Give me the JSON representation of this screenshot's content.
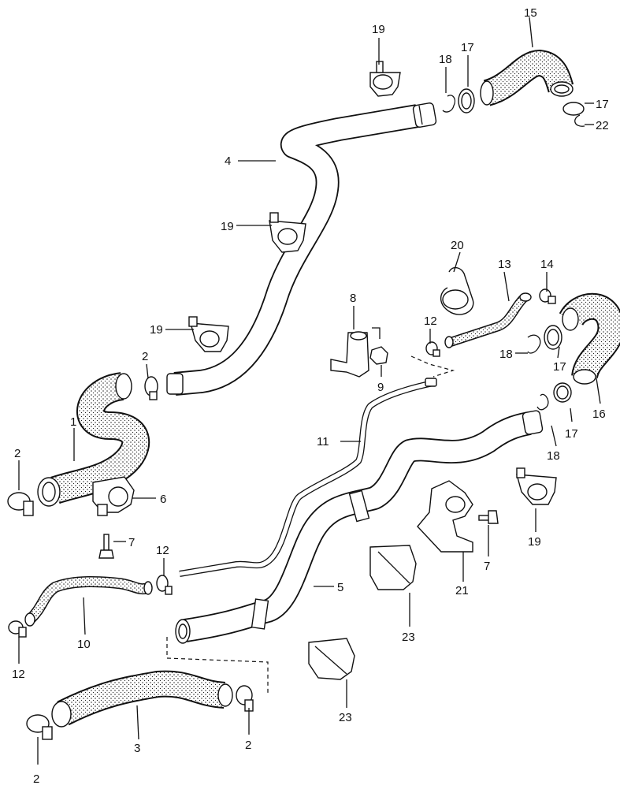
{
  "callouts": [
    {
      "id": "lbl-15",
      "text": "15"
    },
    {
      "id": "lbl-19a",
      "text": "19"
    },
    {
      "id": "lbl-18a",
      "text": "18"
    },
    {
      "id": "lbl-17a",
      "text": "17"
    },
    {
      "id": "lbl-17b",
      "text": "17"
    },
    {
      "id": "lbl-22",
      "text": "22"
    },
    {
      "id": "lbl-4",
      "text": "4"
    },
    {
      "id": "lbl-19b",
      "text": "19"
    },
    {
      "id": "lbl-20",
      "text": "20"
    },
    {
      "id": "lbl-13",
      "text": "13"
    },
    {
      "id": "lbl-14",
      "text": "14"
    },
    {
      "id": "lbl-8",
      "text": "8"
    },
    {
      "id": "lbl-19c",
      "text": "19"
    },
    {
      "id": "lbl-12a",
      "text": "12"
    },
    {
      "id": "lbl-18b",
      "text": "18"
    },
    {
      "id": "lbl-17c",
      "text": "17"
    },
    {
      "id": "lbl-2a",
      "text": "2"
    },
    {
      "id": "lbl-9",
      "text": "9"
    },
    {
      "id": "lbl-16",
      "text": "16"
    },
    {
      "id": "lbl-17d",
      "text": "17"
    },
    {
      "id": "lbl-1",
      "text": "1"
    },
    {
      "id": "lbl-11",
      "text": "11"
    },
    {
      "id": "lbl-18c",
      "text": "18"
    },
    {
      "id": "lbl-2b",
      "text": "2"
    },
    {
      "id": "lbl-6",
      "text": "6"
    },
    {
      "id": "lbl-7a",
      "text": "7"
    },
    {
      "id": "lbl-7b",
      "text": "7"
    },
    {
      "id": "lbl-19d",
      "text": "19"
    },
    {
      "id": "lbl-12b",
      "text": "12"
    },
    {
      "id": "lbl-21",
      "text": "21"
    },
    {
      "id": "lbl-5",
      "text": "5"
    },
    {
      "id": "lbl-23a",
      "text": "23"
    },
    {
      "id": "lbl-10",
      "text": "10"
    },
    {
      "id": "lbl-12c",
      "text": "12"
    },
    {
      "id": "lbl-23b",
      "text": "23"
    },
    {
      "id": "lbl-3",
      "text": "3"
    },
    {
      "id": "lbl-2c",
      "text": "2"
    },
    {
      "id": "lbl-2d",
      "text": "2"
    }
  ]
}
